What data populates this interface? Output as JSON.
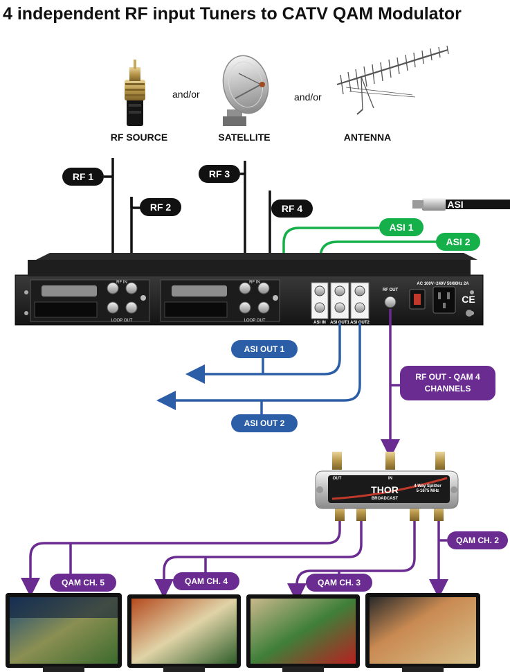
{
  "title": "4 independent RF input Tuners to CATV QAM Modulator",
  "sources": {
    "rf_source": "RF SOURCE",
    "satellite": "SATELLITE",
    "antenna": "ANTENNA",
    "andor_1": "and/or",
    "andor_2": "and/or"
  },
  "inputs": {
    "rf1": "RF 1",
    "rf2": "RF 2",
    "rf3": "RF 3",
    "rf4": "RF 4",
    "asi_cable": "ASI",
    "asi1": "ASI 1",
    "asi2": "ASI 2"
  },
  "panel": {
    "rf_in_1": "RF IN",
    "rf_in_2": "RF IN",
    "loop_out_1": "LOOP OUT",
    "loop_out_2": "LOOP OUT",
    "asi_in": "ASI IN",
    "asi_out1": "ASI OUT1",
    "asi_out2": "ASI OUT2",
    "rf_out": "RF OUT",
    "power": "AC 100V~240V 50/60Hz 2A",
    "ce": "CE"
  },
  "outputs": {
    "asi_out1": "ASI OUT 1",
    "asi_out2": "ASI OUT 2",
    "rf_out_line1": "RF OUT -  QAM 4",
    "rf_out_line2": "CHANNELS"
  },
  "splitter": {
    "brand": "THOR",
    "sub": "BROADCAST",
    "in_label": "IN",
    "out_label": "OUT",
    "spec1": "4 Way Splitter",
    "spec2": "5-1675 MHz"
  },
  "channels": {
    "ch5": "QAM CH. 5",
    "ch4": "QAM CH. 4",
    "ch3": "QAM CH. 3",
    "ch2": "QAM CH. 2"
  },
  "colors": {
    "rf": "#111111",
    "asi_in": "#16b04a",
    "asi_out": "#2b5ea7",
    "qam": "#6b2c91"
  }
}
